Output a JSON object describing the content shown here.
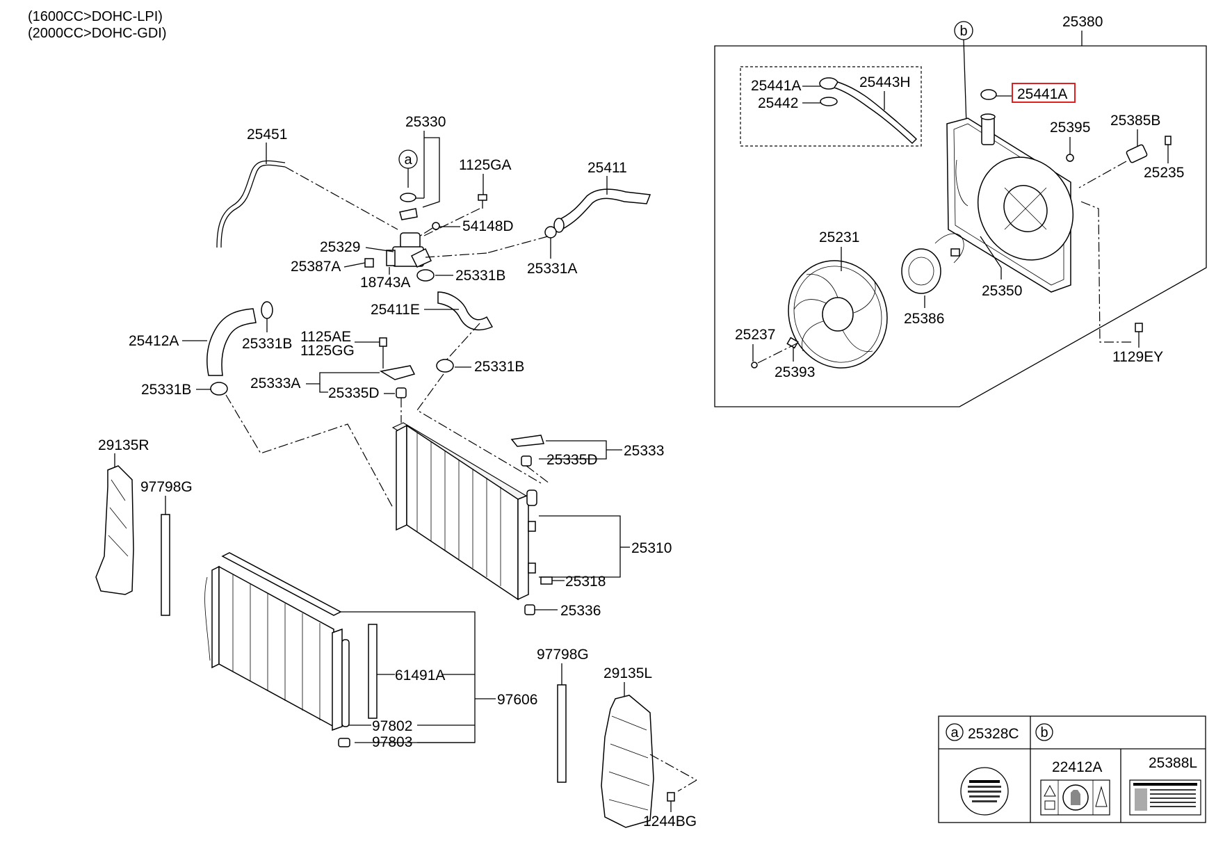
{
  "header": {
    "line1": "(1600CC>DOHC-LPI)",
    "line2": "(2000CC>DOHC-GDI)"
  },
  "callouts": {
    "a": "a",
    "b": "b"
  },
  "parts": {
    "p25451": "25451",
    "p25330": "25330",
    "p1125GA": "1125GA",
    "p25411": "25411",
    "p54148D": "54148D",
    "p25329": "25329",
    "p25387A": "25387A",
    "p18743A": "18743A",
    "p25331B_a": "25331B",
    "p25331A": "25331A",
    "p25411E": "25411E",
    "p25412A": "25412A",
    "p25331B_b": "25331B",
    "p1125AE": "1125AE",
    "p1125GG": "1125GG",
    "p25331B_c": "25331B",
    "p25333A": "25333A",
    "p25335D_a": "25335D",
    "p25331B_d": "25331B",
    "p29135R": "29135R",
    "p97798G_a": "97798G",
    "p25333": "25333",
    "p25335D_b": "25335D",
    "p25310": "25310",
    "p25318": "25318",
    "p25336": "25336",
    "p61491A": "61491A",
    "p97606": "97606",
    "p97802": "97802",
    "p97803": "97803",
    "p97798G_b": "97798G",
    "p29135L": "29135L",
    "p1244BG": "1244BG",
    "p25380": "25380",
    "p25441A_a": "25441A",
    "p25443H": "25443H",
    "p25442": "25442",
    "p25441A_b": "25441A",
    "p25395": "25395",
    "p25385B": "25385B",
    "p25235": "25235",
    "p25231": "25231",
    "p25350": "25350",
    "p25386": "25386",
    "p25237": "25237",
    "p25393": "25393",
    "p1129EY": "1129EY"
  },
  "legend": {
    "a_part": "25328C",
    "b_part_1": "22412A",
    "b_part_2": "25388L"
  },
  "highlight": {
    "part": "25441A",
    "color": "#e02020"
  }
}
